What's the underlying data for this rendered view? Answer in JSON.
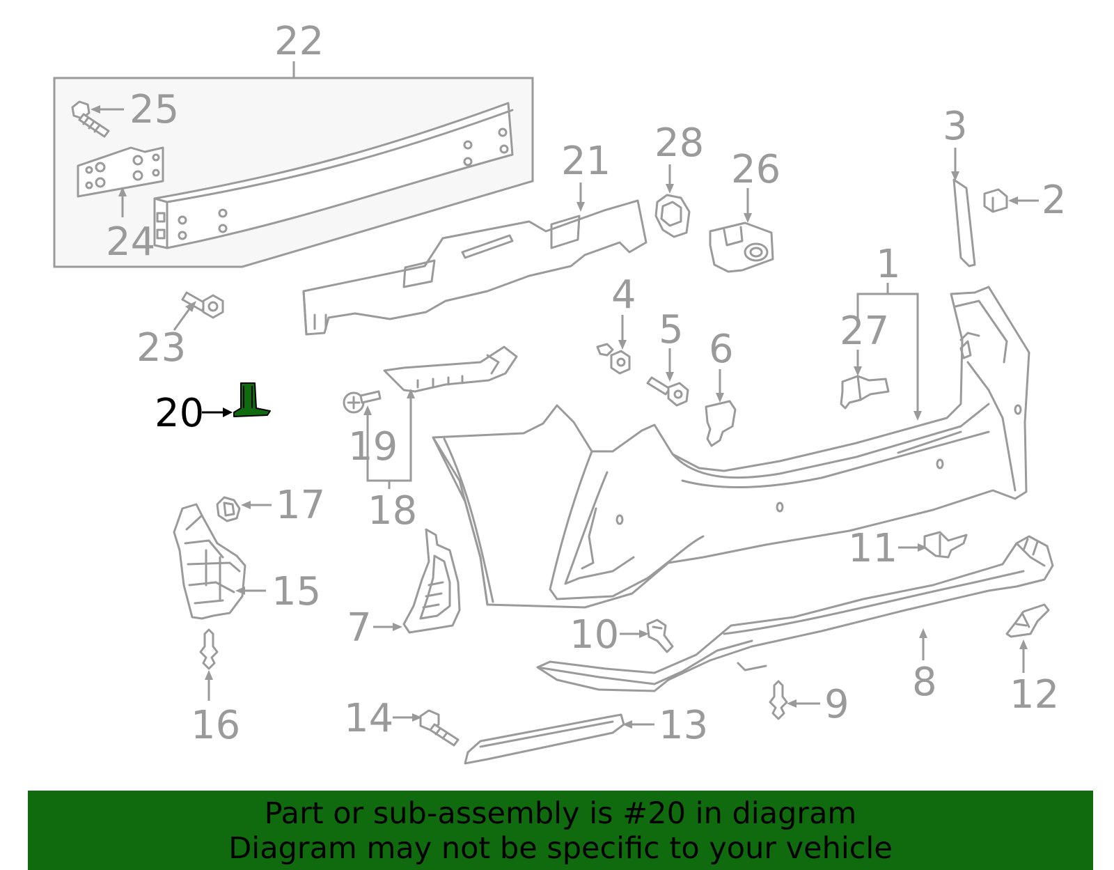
{
  "diagram": {
    "highlight_color": "#0f6b0d",
    "line_color": "#9a9a9a",
    "labels": {
      "p1": "1",
      "p2": "2",
      "p3": "3",
      "p4": "4",
      "p5": "5",
      "p6": "6",
      "p7": "7",
      "p8": "8",
      "p9": "9",
      "p10": "10",
      "p11": "11",
      "p12": "12",
      "p13": "13",
      "p14": "14",
      "p15": "15",
      "p16": "16",
      "p17": "17",
      "p18": "18",
      "p19": "19",
      "p20": "20",
      "p21": "21",
      "p22": "22",
      "p23": "23",
      "p24": "24",
      "p25": "25",
      "p26": "26",
      "p27": "27",
      "p28": "28"
    },
    "highlighted_part": "20"
  },
  "banner": {
    "line1": "Part or sub-assembly is #20 in diagram",
    "line2": "Diagram may not be specific to your vehicle"
  }
}
